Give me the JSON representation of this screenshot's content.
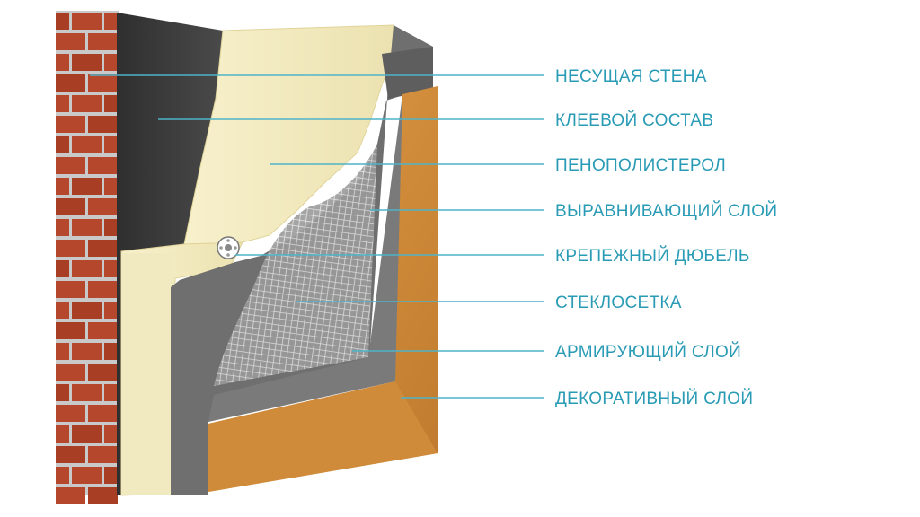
{
  "diagram": {
    "labels": [
      "НЕСУЩАЯ СТЕНА",
      "КЛЕЕВОЙ СОСТАВ",
      "ПЕНОПОЛИСТЕРОЛ",
      "ВЫРАВНИВАЮЩИЙ СЛОЙ",
      "КРЕПЕЖНЫЙ ДЮБЕЛЬ",
      "СТЕКЛОСЕТКА",
      "АРМИРУЮЩИЙ СЛОЙ",
      "ДЕКОРАТИВНЫЙ СЛОЙ"
    ]
  },
  "colors": {
    "label_text": "#2a9bb5",
    "leader_line": "#4fb3c8",
    "brick": "#b5482c",
    "mortar": "#e8c9b8",
    "adhesive": "#3c3c3c",
    "insulation": "#f3ecc2",
    "leveling": "#6d6d6d",
    "mesh": "#d9d9d9",
    "decorative": "#d8963f"
  }
}
